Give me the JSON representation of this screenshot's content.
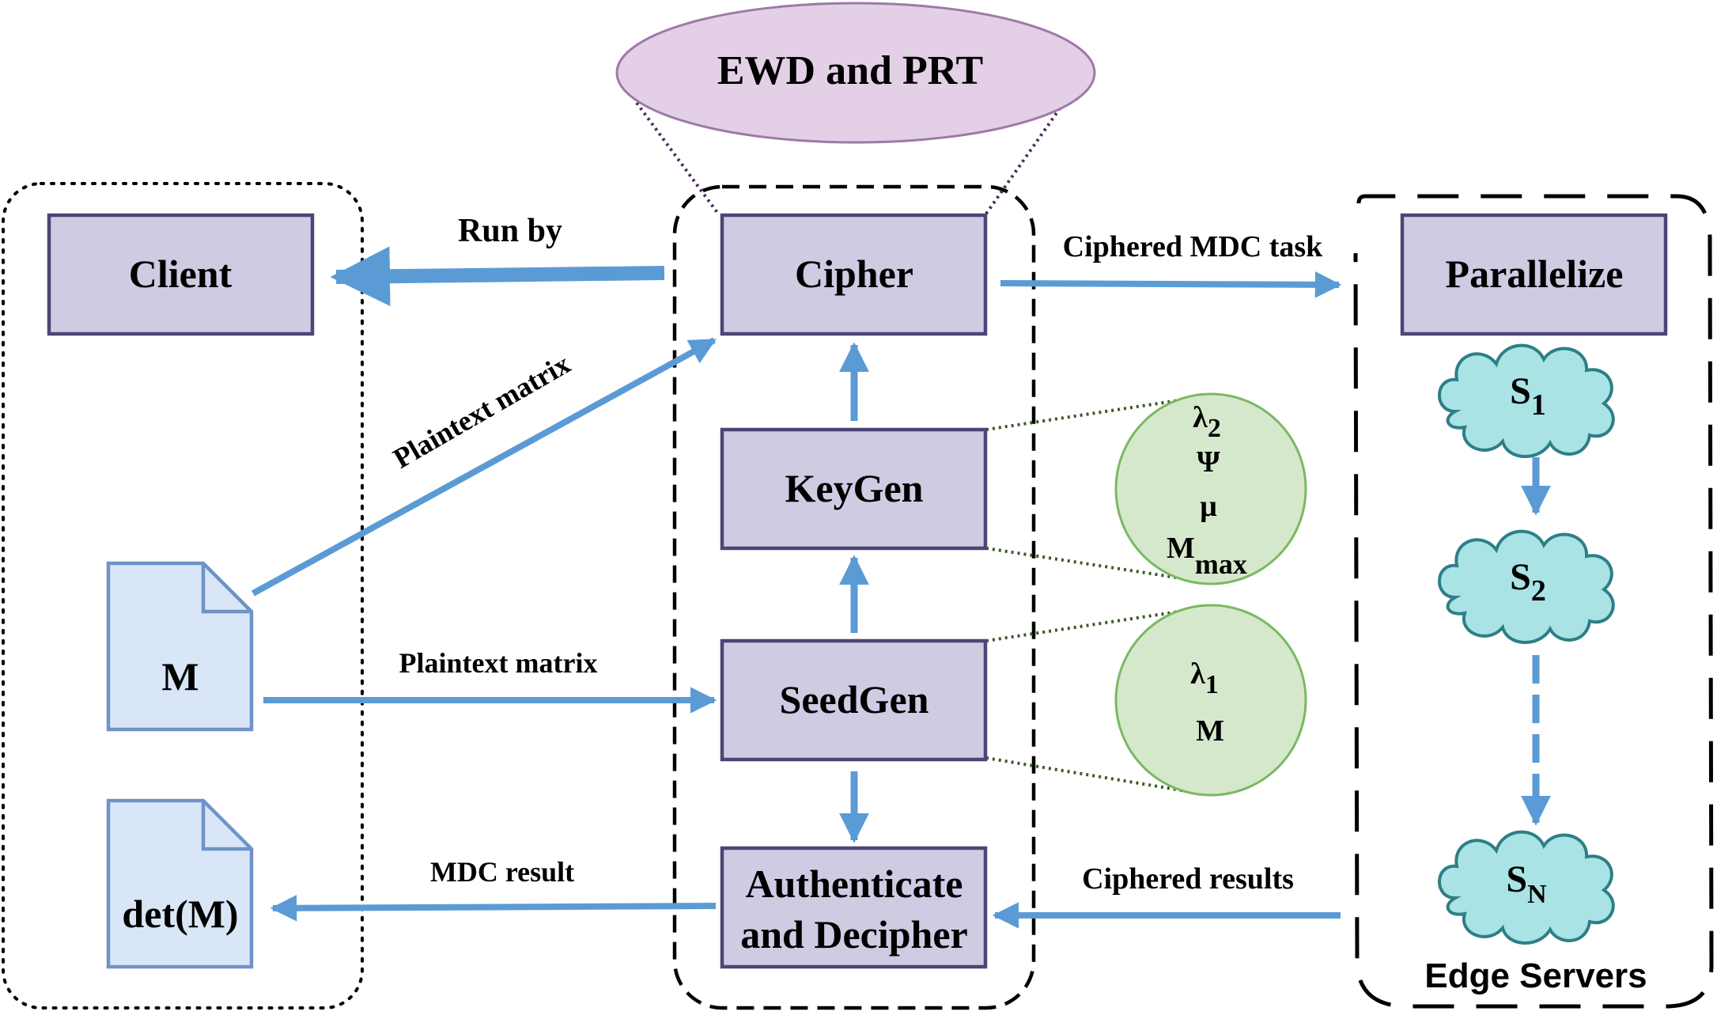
{
  "ewd_label": "EWD and PRT",
  "nodes": {
    "client": "Client",
    "cipher": "Cipher",
    "keygen": "KeyGen",
    "seedgen": "SeedGen",
    "auth_line1": "Authenticate",
    "auth_line2": "and Decipher",
    "parallelize": "Parallelize",
    "doc_m": "M",
    "doc_det": "det(M)"
  },
  "servers": {
    "s1": {
      "base": "S",
      "sub": "1"
    },
    "s2": {
      "base": "S",
      "sub": "2"
    },
    "sn": {
      "base": "S",
      "sub": "N"
    },
    "label": "Edge Servers"
  },
  "keygen_params": {
    "lambda2": {
      "base": "λ",
      "sub": "2"
    },
    "psi": "Ψ",
    "mu": "μ",
    "mmax": {
      "base": "M",
      "sub": "max"
    }
  },
  "seedgen_params": {
    "lambda1": {
      "base": "λ",
      "sub": "1"
    },
    "m": "M"
  },
  "edges": {
    "run_by": "Run by",
    "ciphered_task": "Ciphered MDC task",
    "plaintext_diag": "Plaintext matrix",
    "plaintext_horiz": "Plaintext matrix",
    "mdc_result": "MDC result",
    "ciphered_results": "Ciphered results"
  },
  "colors": {
    "box_fill": "#cfcbe3",
    "box_stroke": "#4b4675",
    "arrow": "#5b9bd5",
    "ellipse_fill": "#e3d0e6",
    "ellipse_stroke": "#9c7aa6",
    "circle_fill": "#d6e8cc",
    "circle_stroke": "#7bb863",
    "cloud_fill": "#a9e3e6",
    "cloud_stroke": "#2d7f86",
    "doc_fill": "#d9e6f8",
    "doc_stroke": "#6f93c8"
  }
}
